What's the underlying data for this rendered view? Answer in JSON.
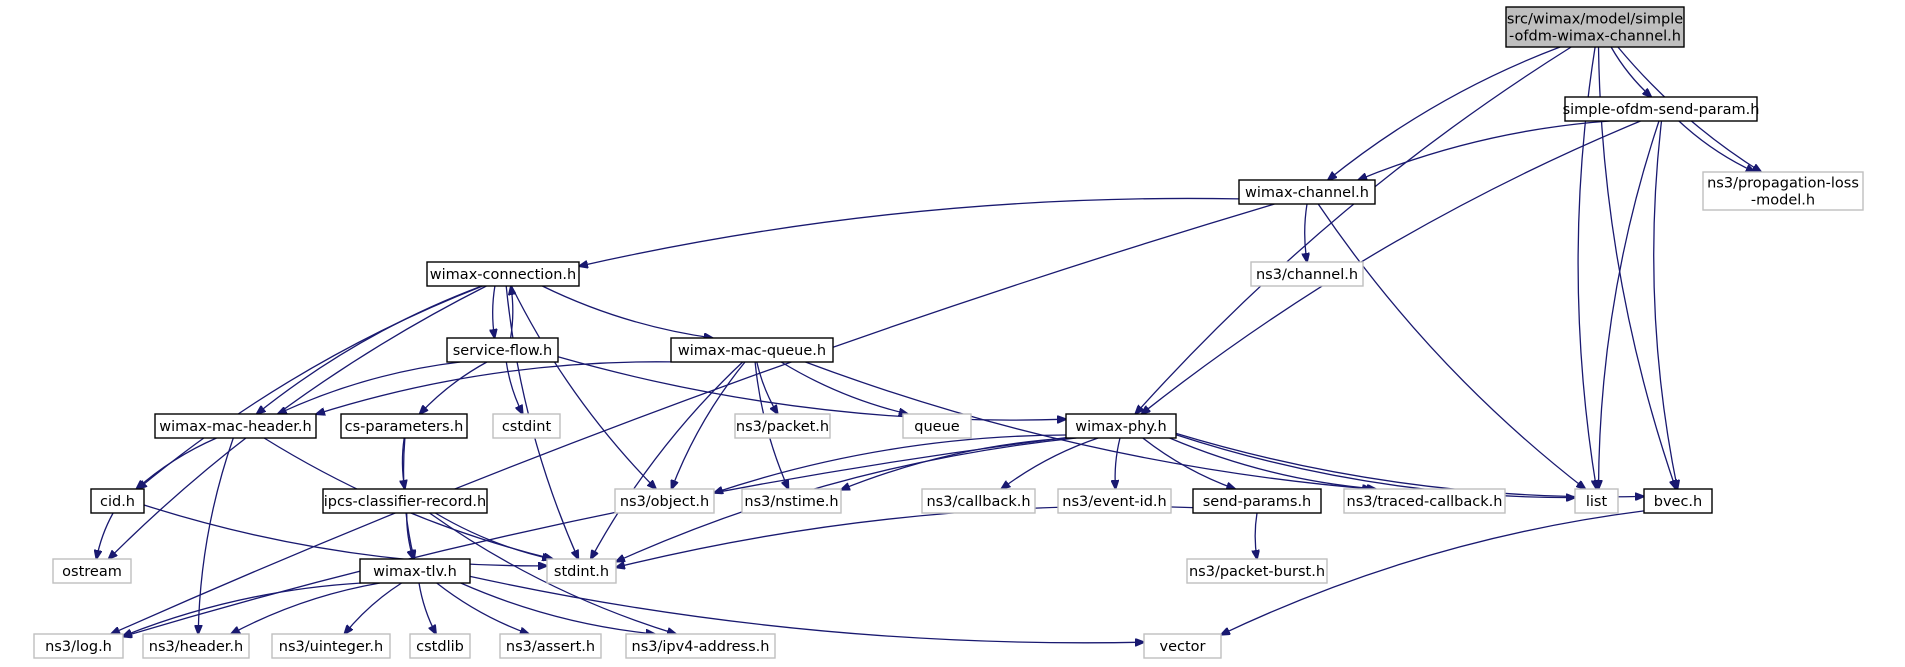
{
  "diagram": {
    "nodes": [
      {
        "id": "root",
        "lines": [
          "src/wimax/model/simple",
          "-ofdm-wimax-channel.h"
        ],
        "kind": "root"
      },
      {
        "id": "sosp",
        "lines": [
          "simple-ofdm-send-param.h"
        ],
        "kind": "internal"
      },
      {
        "id": "wch",
        "lines": [
          "wimax-channel.h"
        ],
        "kind": "internal"
      },
      {
        "id": "plm",
        "lines": [
          "ns3/propagation-loss",
          "-model.h"
        ],
        "kind": "external"
      },
      {
        "id": "nch",
        "lines": [
          "ns3/channel.h"
        ],
        "kind": "external"
      },
      {
        "id": "wcon",
        "lines": [
          "wimax-connection.h"
        ],
        "kind": "internal"
      },
      {
        "id": "sf",
        "lines": [
          "service-flow.h"
        ],
        "kind": "internal"
      },
      {
        "id": "wmq",
        "lines": [
          "wimax-mac-queue.h"
        ],
        "kind": "internal"
      },
      {
        "id": "wmh",
        "lines": [
          "wimax-mac-header.h"
        ],
        "kind": "internal"
      },
      {
        "id": "csp",
        "lines": [
          "cs-parameters.h"
        ],
        "kind": "internal"
      },
      {
        "id": "cstdint",
        "lines": [
          "cstdint"
        ],
        "kind": "external"
      },
      {
        "id": "npkt",
        "lines": [
          "ns3/packet.h"
        ],
        "kind": "external"
      },
      {
        "id": "queue",
        "lines": [
          "queue"
        ],
        "kind": "external"
      },
      {
        "id": "wphy",
        "lines": [
          "wimax-phy.h"
        ],
        "kind": "internal"
      },
      {
        "id": "cid",
        "lines": [
          "cid.h"
        ],
        "kind": "internal"
      },
      {
        "id": "icr",
        "lines": [
          "ipcs-classifier-record.h"
        ],
        "kind": "internal"
      },
      {
        "id": "nobj",
        "lines": [
          "ns3/object.h"
        ],
        "kind": "external"
      },
      {
        "id": "nst",
        "lines": [
          "ns3/nstime.h"
        ],
        "kind": "external"
      },
      {
        "id": "ncb",
        "lines": [
          "ns3/callback.h"
        ],
        "kind": "external"
      },
      {
        "id": "neid",
        "lines": [
          "ns3/event-id.h"
        ],
        "kind": "external"
      },
      {
        "id": "sp",
        "lines": [
          "send-params.h"
        ],
        "kind": "internal"
      },
      {
        "id": "ntcb",
        "lines": [
          "ns3/traced-callback.h"
        ],
        "kind": "external"
      },
      {
        "id": "list",
        "lines": [
          "list"
        ],
        "kind": "external"
      },
      {
        "id": "bvec",
        "lines": [
          "bvec.h"
        ],
        "kind": "internal"
      },
      {
        "id": "ostream",
        "lines": [
          "ostream"
        ],
        "kind": "external"
      },
      {
        "id": "stdint",
        "lines": [
          "stdint.h"
        ],
        "kind": "external"
      },
      {
        "id": "wtlv",
        "lines": [
          "wimax-tlv.h"
        ],
        "kind": "internal"
      },
      {
        "id": "npb",
        "lines": [
          "ns3/packet-burst.h"
        ],
        "kind": "external"
      },
      {
        "id": "nlog",
        "lines": [
          "ns3/log.h"
        ],
        "kind": "external"
      },
      {
        "id": "nhdr",
        "lines": [
          "ns3/header.h"
        ],
        "kind": "external"
      },
      {
        "id": "nuint",
        "lines": [
          "ns3/uinteger.h"
        ],
        "kind": "external"
      },
      {
        "id": "cstdlib",
        "lines": [
          "cstdlib"
        ],
        "kind": "external"
      },
      {
        "id": "nassert",
        "lines": [
          "ns3/assert.h"
        ],
        "kind": "external"
      },
      {
        "id": "nipv4",
        "lines": [
          "ns3/ipv4-address.h"
        ],
        "kind": "external"
      },
      {
        "id": "vector",
        "lines": [
          "vector"
        ],
        "kind": "external"
      }
    ],
    "edges": [
      [
        "root",
        "wch"
      ],
      [
        "root",
        "wphy"
      ],
      [
        "root",
        "list"
      ],
      [
        "root",
        "sosp"
      ],
      [
        "root",
        "plm"
      ],
      [
        "root",
        "bvec"
      ],
      [
        "sosp",
        "wch"
      ],
      [
        "sosp",
        "wphy"
      ],
      [
        "sosp",
        "list"
      ],
      [
        "sosp",
        "bvec"
      ],
      [
        "sosp",
        "plm"
      ],
      [
        "wch",
        "nlog"
      ],
      [
        "wch",
        "wcon"
      ],
      [
        "wch",
        "nch"
      ],
      [
        "wch",
        "list"
      ],
      [
        "wcon",
        "ostream"
      ],
      [
        "wcon",
        "cid"
      ],
      [
        "wcon",
        "sf"
      ],
      [
        "wcon",
        "wmh"
      ],
      [
        "wcon",
        "nobj"
      ],
      [
        "wcon",
        "wmq"
      ],
      [
        "wcon",
        "stdint"
      ],
      [
        "sf",
        "wcon"
      ],
      [
        "sf",
        "wmh"
      ],
      [
        "sf",
        "csp"
      ],
      [
        "sf",
        "cstdint"
      ],
      [
        "sf",
        "wphy"
      ],
      [
        "wmq",
        "wmh"
      ],
      [
        "wmq",
        "stdint"
      ],
      [
        "wmq",
        "nobj"
      ],
      [
        "wmq",
        "nst"
      ],
      [
        "wmq",
        "npkt"
      ],
      [
        "wmq",
        "queue"
      ],
      [
        "wmq",
        "ntcb"
      ],
      [
        "wmh",
        "cid"
      ],
      [
        "wmh",
        "nhdr"
      ],
      [
        "wmh",
        "stdint"
      ],
      [
        "csp",
        "icr"
      ],
      [
        "csp",
        "wtlv"
      ],
      [
        "wphy",
        "nlog"
      ],
      [
        "wphy",
        "nobj"
      ],
      [
        "wphy",
        "nst"
      ],
      [
        "wphy",
        "stdint"
      ],
      [
        "wphy",
        "ncb"
      ],
      [
        "wphy",
        "neid"
      ],
      [
        "wphy",
        "sp"
      ],
      [
        "wphy",
        "ntcb"
      ],
      [
        "wphy",
        "list"
      ],
      [
        "wphy",
        "bvec"
      ],
      [
        "cid",
        "ostream"
      ],
      [
        "cid",
        "stdint"
      ],
      [
        "icr",
        "wtlv"
      ],
      [
        "icr",
        "stdint"
      ],
      [
        "icr",
        "nipv4"
      ],
      [
        "sp",
        "stdint"
      ],
      [
        "sp",
        "npb"
      ],
      [
        "bvec",
        "vector"
      ],
      [
        "wtlv",
        "nlog"
      ],
      [
        "wtlv",
        "nhdr"
      ],
      [
        "wtlv",
        "nuint"
      ],
      [
        "wtlv",
        "cstdlib"
      ],
      [
        "wtlv",
        "nassert"
      ],
      [
        "wtlv",
        "nipv4"
      ],
      [
        "wtlv",
        "vector"
      ]
    ]
  }
}
